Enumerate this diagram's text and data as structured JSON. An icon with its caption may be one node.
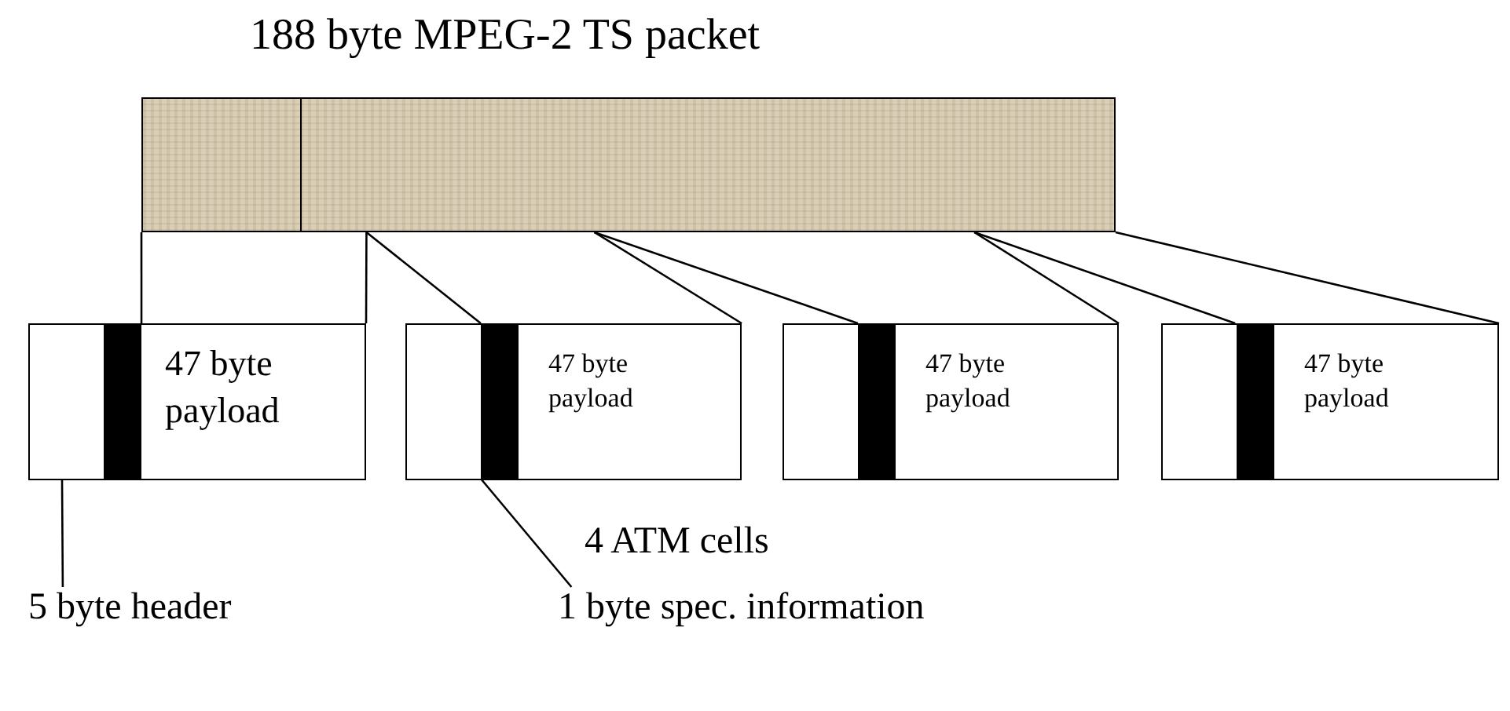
{
  "diagram": {
    "nodes": [
      {
        "text": [
          "188 byte MPEG-2 TS packet"
        ]
      },
      {
        "text": [
          "47 byte payload"
        ]
      },
      {
        "text": [
          "47 byte payload"
        ]
      },
      {
        "text": [
          "47 byte payload"
        ]
      },
      {
        "text": [
          "47 byte payload"
        ]
      },
      {
        "text": [],
        "shape": "bar",
        "in": 1
      },
      {
        "text": [],
        "shape": "bar",
        "in": 2
      },
      {
        "text": [],
        "shape": "bar",
        "in": 3
      },
      {
        "text": [],
        "shape": "bar",
        "in": 4
      },
      {
        "text": [
          "5 byte header"
        ]
      },
      {
        "text": [
          "1 byte spec. information"
        ]
      }
    ],
    "edges": [
      {
        "from": 0,
        "to": 1,
        "arrow": "none"
      },
      {
        "from": 0,
        "to": 1,
        "arrow": "none"
      },
      {
        "from": 0,
        "to": 2,
        "arrow": "none"
      },
      {
        "from": 0,
        "to": 2,
        "arrow": "none"
      },
      {
        "from": 0,
        "to": 3,
        "arrow": "none"
      },
      {
        "from": 0,
        "to": 3,
        "arrow": "none"
      },
      {
        "from": 0,
        "to": 4,
        "arrow": "none"
      },
      {
        "from": 0,
        "to": 4,
        "arrow": "none"
      },
      {
        "from": 9,
        "to": 1,
        "arrow": "none"
      },
      {
        "from": 10,
        "to": 6,
        "arrow": "none"
      }
    ],
    "labels": [
      "4 ATM cells"
    ]
  }
}
